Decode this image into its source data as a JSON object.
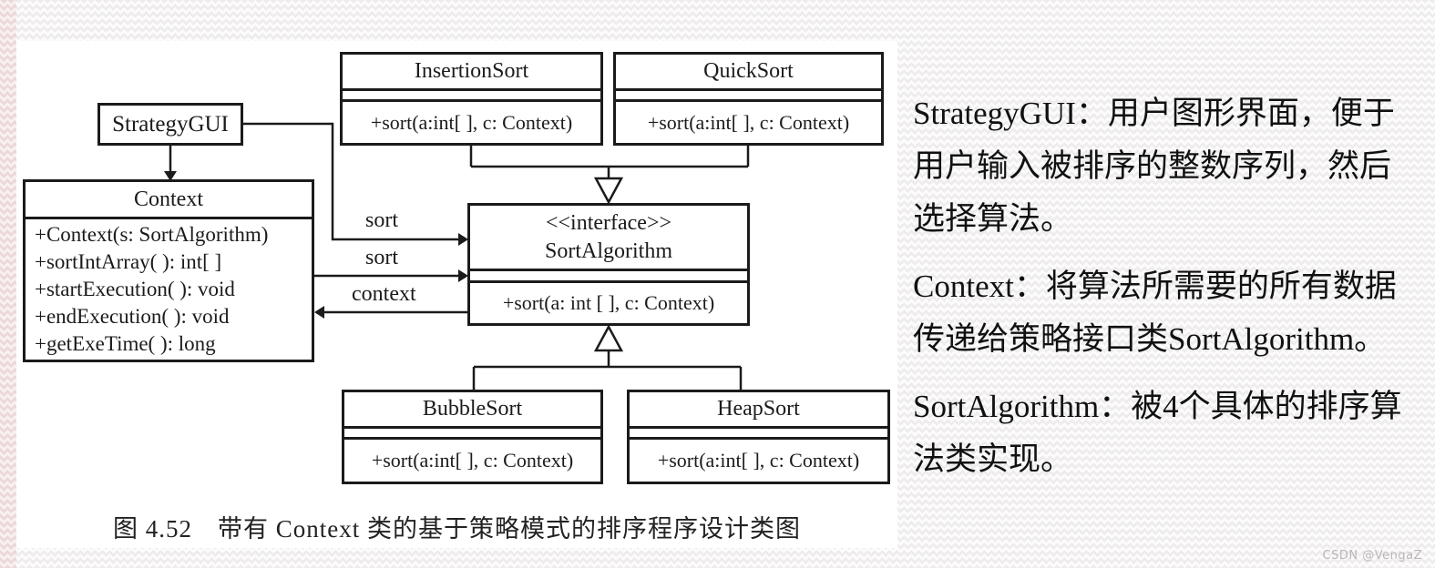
{
  "diagram": {
    "classes": {
      "strategy_gui": {
        "name": "StrategyGUI"
      },
      "context": {
        "name": "Context",
        "methods": [
          "+Context(s: SortAlgorithm)",
          "+sortIntArray( ): int[ ]",
          "+startExecution( ): void",
          "+endExecution( ): void",
          "+getExeTime( ): long"
        ]
      },
      "insertion_sort": {
        "name": "InsertionSort",
        "methods": [
          "+sort(a:int[ ], c: Context)"
        ]
      },
      "quick_sort": {
        "name": "QuickSort",
        "methods": [
          "+sort(a:int[ ], c: Context)"
        ]
      },
      "sort_algorithm": {
        "stereotype": "<<interface>>",
        "name": "SortAlgorithm",
        "methods": [
          "+sort(a: int [ ], c: Context)"
        ]
      },
      "bubble_sort": {
        "name": "BubbleSort",
        "methods": [
          "+sort(a:int[ ], c: Context)"
        ]
      },
      "heap_sort": {
        "name": "HeapSort",
        "methods": [
          "+sort(a:int[ ], c: Context)"
        ]
      }
    },
    "edge_labels": {
      "sort_top": "sort",
      "sort_bottom": "sort",
      "context": "context"
    },
    "caption": "图 4.52　带有 Context 类的基于策略模式的排序程序设计类图"
  },
  "annotations": [
    {
      "lines": [
        "StrategyGUI：用户图形界面，便于",
        "用户输入被排序的整数序列，然后",
        "选择算法。"
      ]
    },
    {
      "lines": [
        "Context：将算法所需要的所有数据",
        "传递给策略接口类SortAlgorithm。"
      ]
    },
    {
      "lines": [
        "SortAlgorithm：被4个具体的排序算",
        "法类实现。"
      ]
    }
  ],
  "watermark": "CSDN @VengaZ",
  "colors": {
    "ink": "#1b1b1b",
    "paper": "#ffffff",
    "watermark": "#b9b6b6"
  }
}
